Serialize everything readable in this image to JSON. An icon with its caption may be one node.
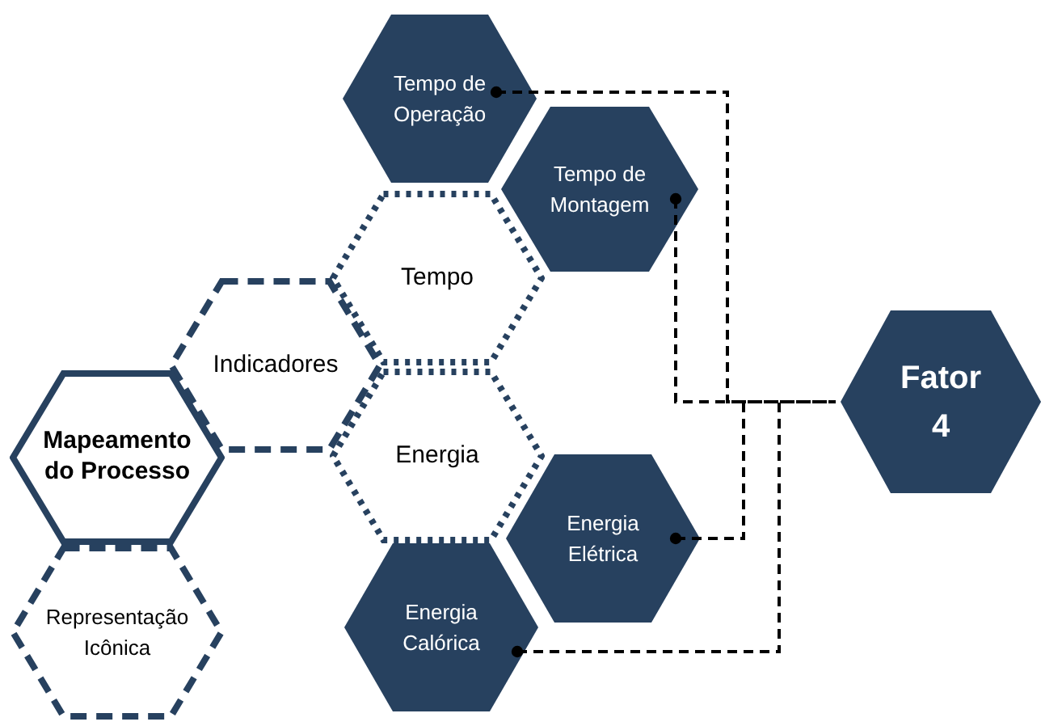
{
  "diagram": {
    "nodes": [
      {
        "text": [
          "Tempo de Operação"
        ]
      },
      {
        "text": [
          "Tempo de Montagem"
        ]
      },
      {
        "text": [
          "Tempo"
        ]
      },
      {
        "text": [
          "Indicadores"
        ]
      },
      {
        "text": [
          "Energia"
        ]
      },
      {
        "text": [
          "Mapeamento do Processo"
        ]
      },
      {
        "text": [
          "Fator 4"
        ]
      },
      {
        "text": [
          "Energia Elétrica"
        ]
      },
      {
        "text": [
          "Representação Icônica"
        ]
      },
      {
        "text": [
          "Energia Calórica"
        ]
      }
    ],
    "edges": [
      {
        "from": 0,
        "to": 6,
        "arrow": "other",
        "style": "dashed"
      },
      {
        "from": 1,
        "to": 6,
        "arrow": "other",
        "style": "dashed"
      },
      {
        "from": 7,
        "to": 6,
        "arrow": "other",
        "style": "dashed"
      },
      {
        "from": 9,
        "to": 6,
        "arrow": "other",
        "style": "dashed"
      }
    ]
  }
}
